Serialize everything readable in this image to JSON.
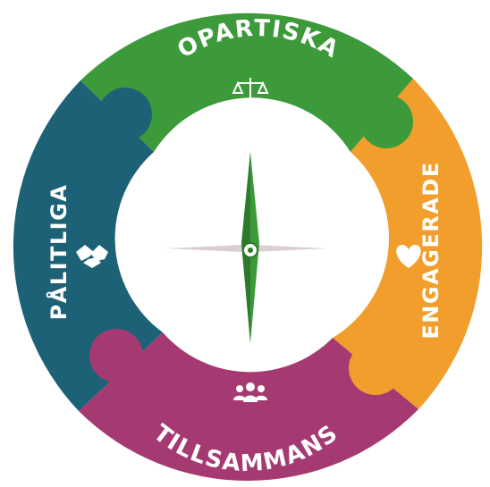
{
  "segments": {
    "top": {
      "label": "OPARTISKA",
      "color": "#3c9a3a",
      "icon": "scales-icon"
    },
    "right": {
      "label": "ENGAGERADE",
      "color": "#f29e2c",
      "icon": "heart-icon"
    },
    "bottom": {
      "label": "TILLSAMMANS",
      "color": "#a53a72",
      "icon": "people-group-icon"
    },
    "left": {
      "label": "PÅLITLIGA",
      "color": "#1d6177",
      "icon": "handshake-icon"
    }
  },
  "compass": {
    "needle_color": "#3c9a3a",
    "needle_dark": "#2d7a2c",
    "cross_color": "#d9cfcf",
    "icon": "compass-icon"
  }
}
